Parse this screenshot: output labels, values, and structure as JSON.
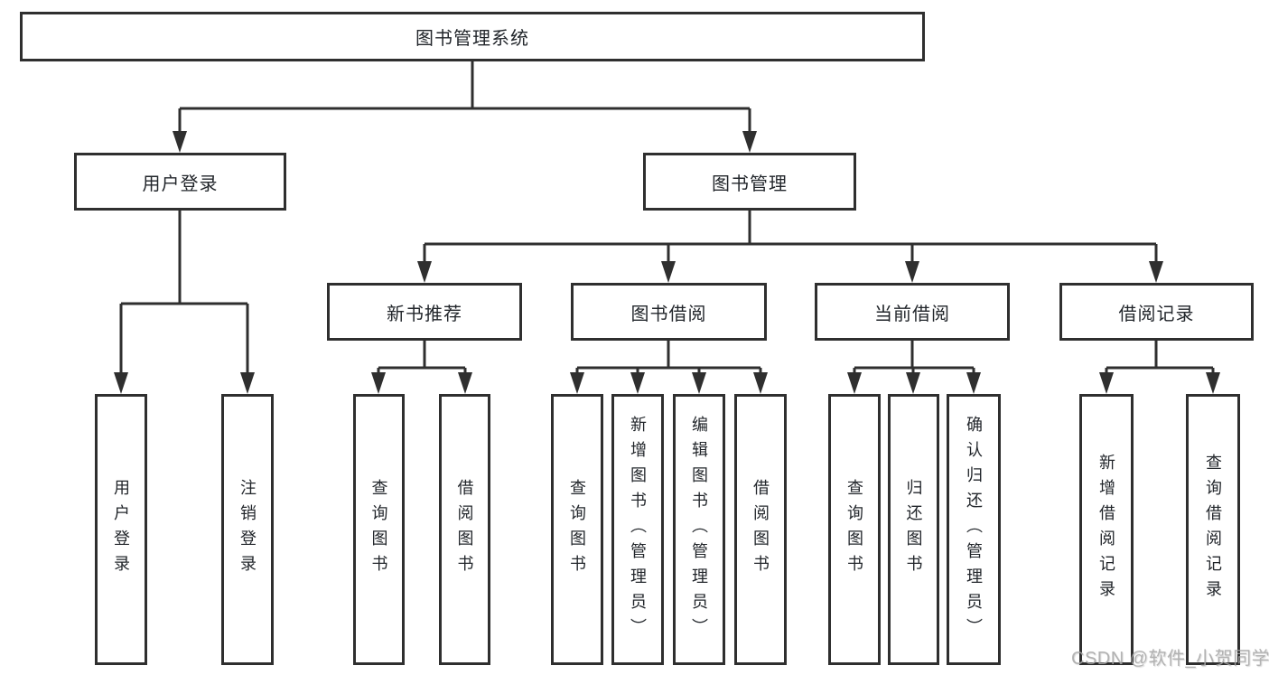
{
  "diagram_title": "图书管理系统",
  "nodes": {
    "root": "图书管理系统",
    "level2": {
      "user_login": "用户登录",
      "book_management": "图书管理"
    },
    "level3": {
      "new_book_recommend": "新书推荐",
      "book_borrowing": "图书借阅",
      "current_borrowing": "当前借阅",
      "borrowing_records": "借阅记录"
    },
    "leaves": {
      "user_login": "用户登录",
      "logout": "注销登录",
      "nb_query_books": "查询图书",
      "nb_borrow_books": "借阅图书",
      "bb_query_books": "查询图书",
      "bb_add_books_admin": "新增图书（管理员）",
      "bb_edit_books_admin": "编辑图书（管理员）",
      "bb_borrow_books": "借阅图书",
      "cb_query_books": "查询图书",
      "cb_return_books": "归还图书",
      "cb_confirm_return_admin": "确认归还（管理员）",
      "br_add_record": "新增借阅记录",
      "br_query_record": "查询借阅记录"
    }
  },
  "hierarchy": [
    {
      "parent": "图书管理系统",
      "children": [
        "用户登录",
        "图书管理"
      ]
    },
    {
      "parent": "用户登录",
      "children": [
        "用户登录",
        "注销登录"
      ]
    },
    {
      "parent": "图书管理",
      "children": [
        "新书推荐",
        "图书借阅",
        "当前借阅",
        "借阅记录"
      ]
    },
    {
      "parent": "新书推荐",
      "children": [
        "查询图书",
        "借阅图书"
      ]
    },
    {
      "parent": "图书借阅",
      "children": [
        "查询图书",
        "新增图书（管理员）",
        "编辑图书（管理员）",
        "借阅图书"
      ]
    },
    {
      "parent": "当前借阅",
      "children": [
        "查询图书",
        "归还图书",
        "确认归还（管理员）"
      ]
    },
    {
      "parent": "借阅记录",
      "children": [
        "新增借阅记录",
        "查询借阅记录"
      ]
    }
  ],
  "watermark": "CSDN @软件_小贺同学",
  "colors": {
    "line": "#2f2f2f",
    "box_border": "#2f2f2f",
    "box_fill": "#ffffff",
    "text": "#22262b",
    "watermark": "#a8a8a8",
    "background": "#ffffff"
  }
}
